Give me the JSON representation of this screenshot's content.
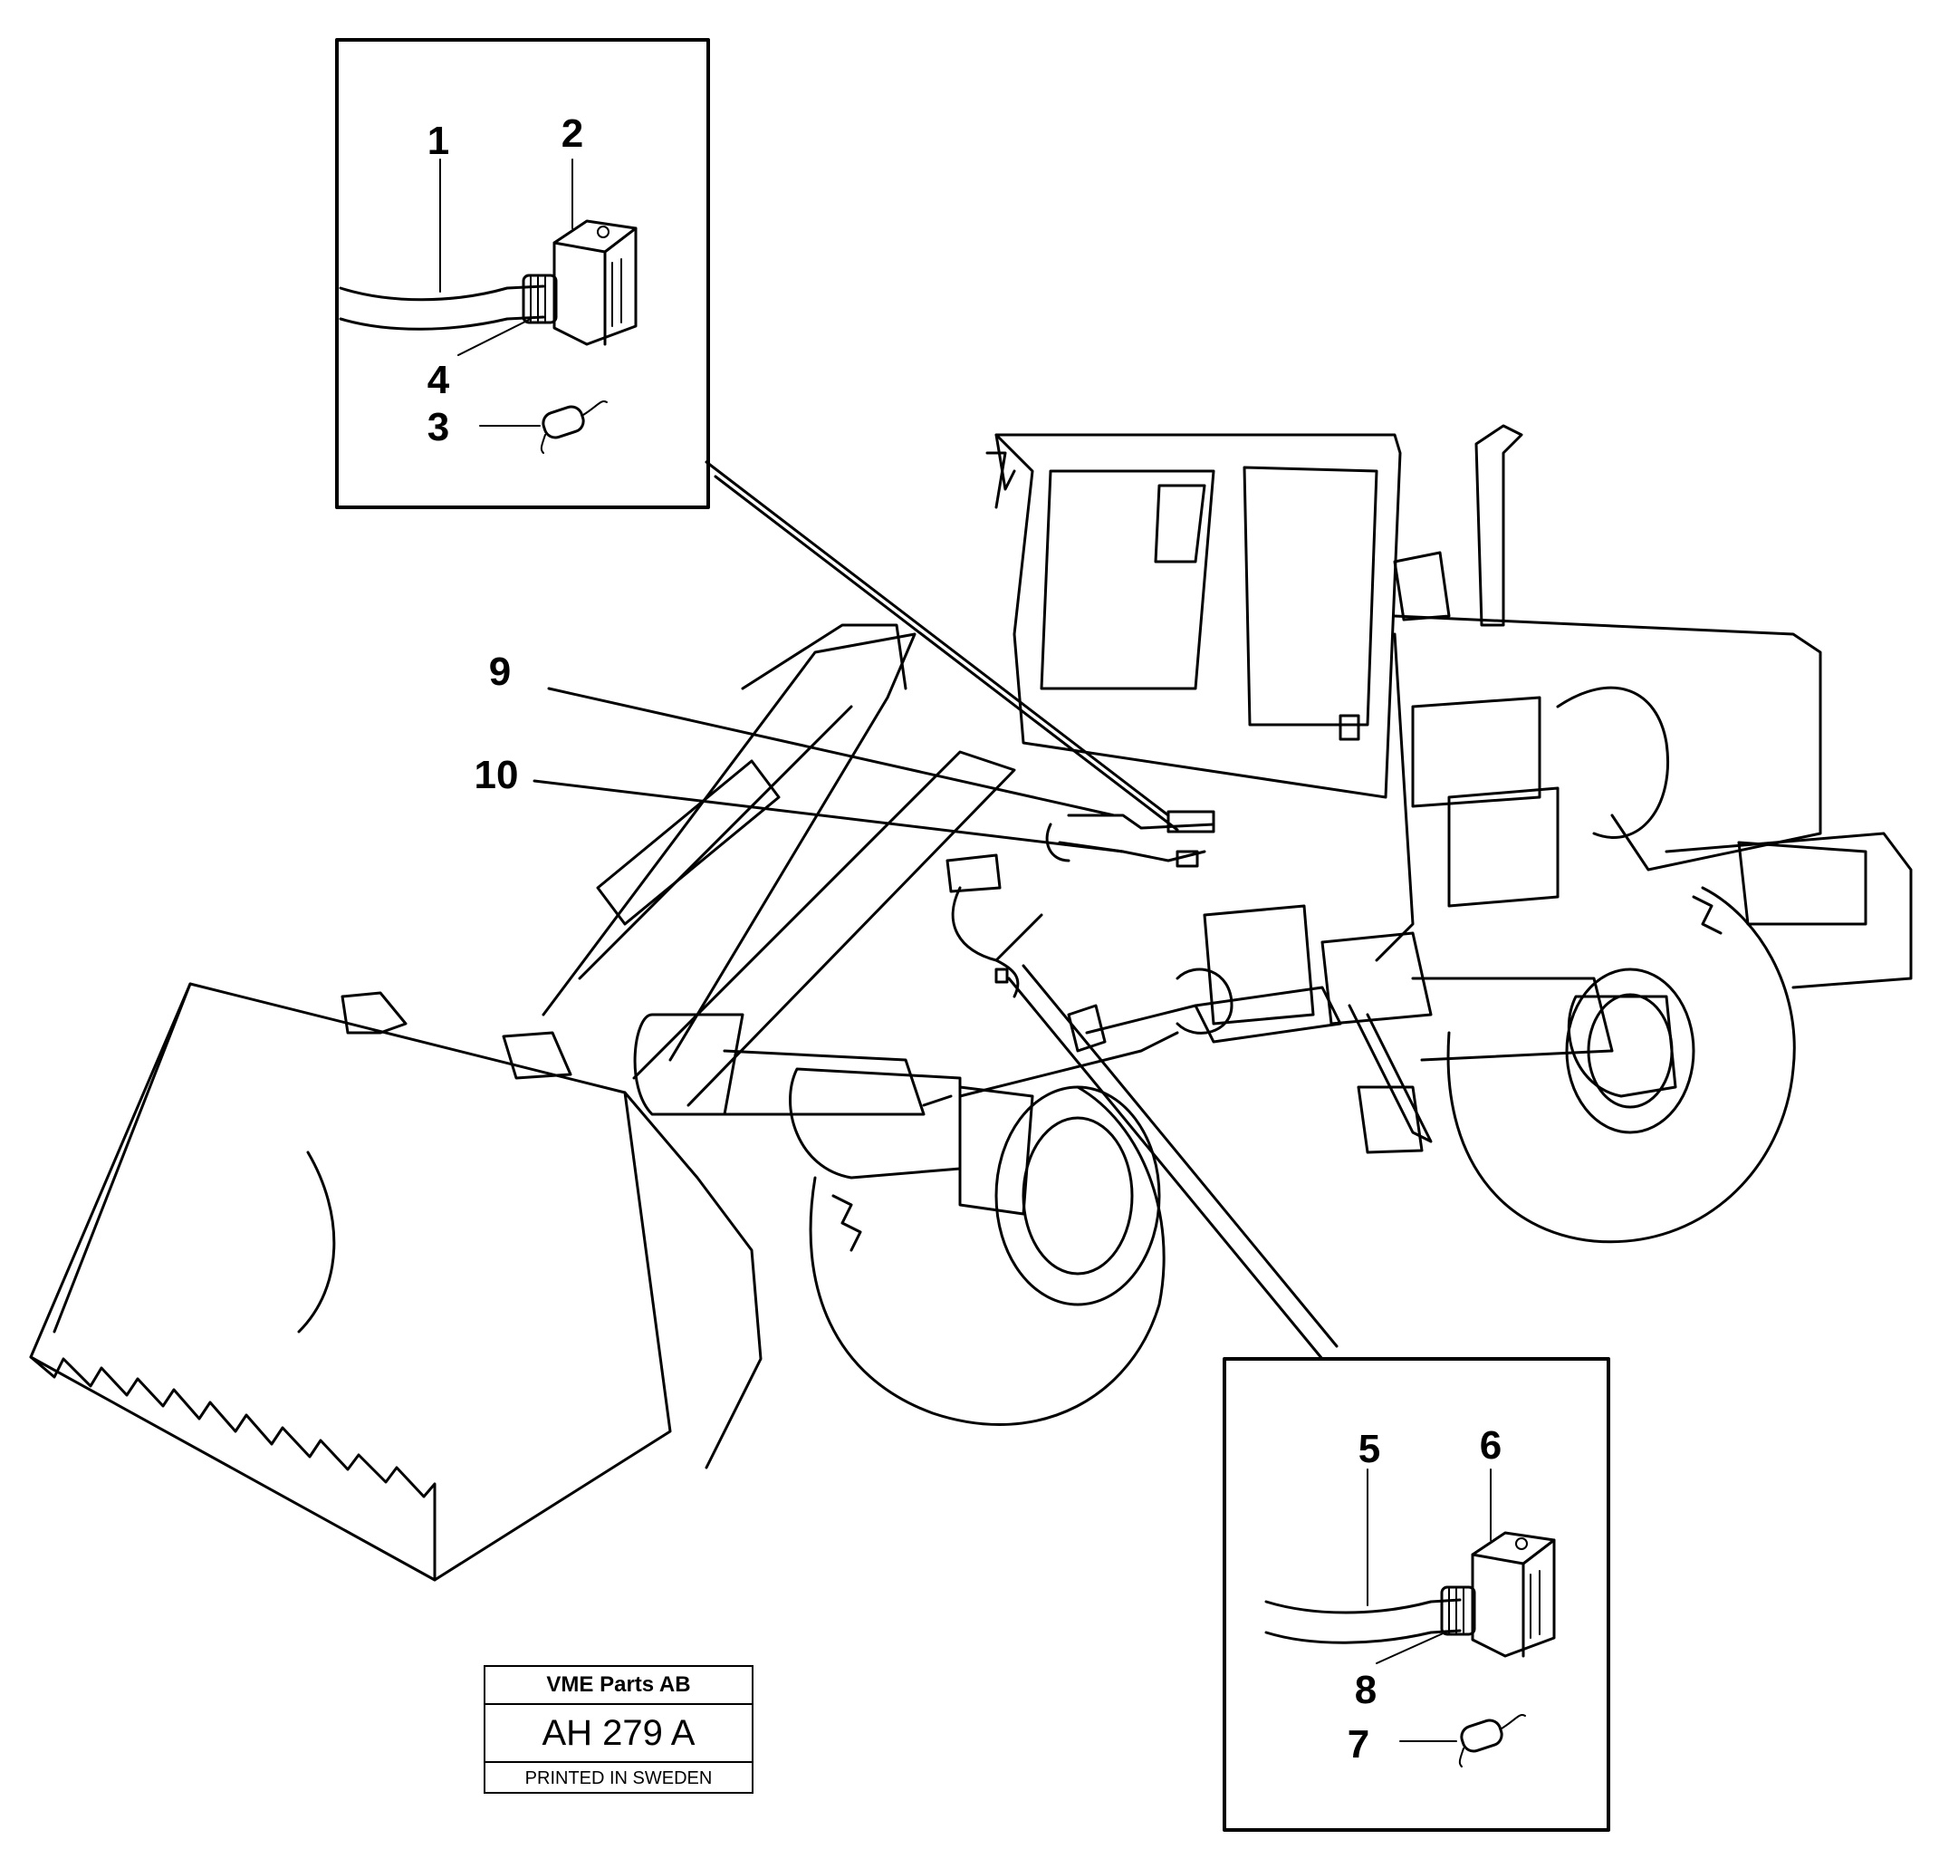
{
  "callouts": {
    "c1": "1",
    "c2": "2",
    "c3": "3",
    "c4": "4",
    "c5": "5",
    "c6": "6",
    "c7": "7",
    "c8": "8",
    "c9": "9",
    "c10": "10"
  },
  "stamp": {
    "company": "VME Parts AB",
    "code": "AH 279 A",
    "footer": "PRINTED IN SWEDEN"
  },
  "colors": {
    "ink": "#000000",
    "paper": "#ffffff"
  }
}
